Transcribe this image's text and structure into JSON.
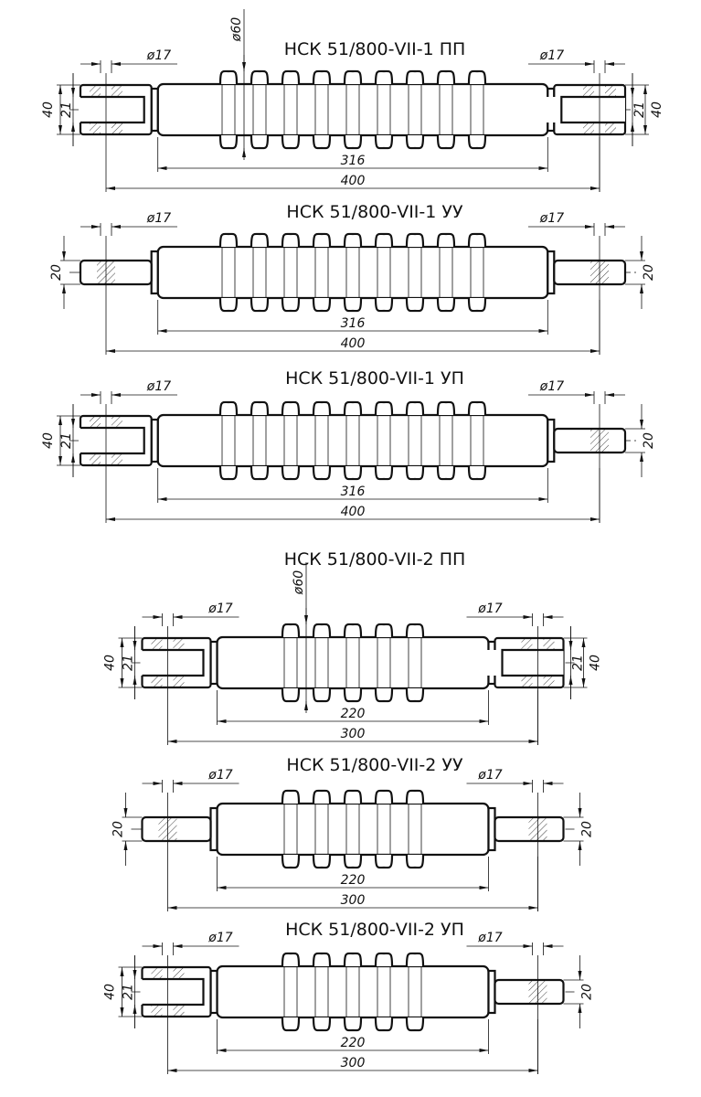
{
  "drawings": [
    {
      "title": "НСК 51/800-VII-1 ПП",
      "left_end": "fork",
      "right_end": "fork",
      "sheds": 9,
      "body_length": "316",
      "total_length": "400",
      "hole_dia_left": "ø17",
      "hole_dia_right": "ø17",
      "shed_dia": "ø60",
      "left_outer": "40",
      "left_slot": "21",
      "right_outer": "40",
      "right_slot": "21"
    },
    {
      "title": "НСК 51/800-VII-1 УУ",
      "left_end": "eye",
      "right_end": "eye",
      "sheds": 9,
      "body_length": "316",
      "total_length": "400",
      "hole_dia_left": "ø17",
      "hole_dia_right": "ø17",
      "left_outer": "20",
      "right_outer": "20"
    },
    {
      "title": "НСК 51/800-VII-1 УП",
      "left_end": "fork",
      "right_end": "eye",
      "sheds": 9,
      "body_length": "316",
      "total_length": "400",
      "hole_dia_left": "ø17",
      "hole_dia_right": "ø17",
      "left_outer": "40",
      "left_slot": "21",
      "right_outer": "20"
    },
    {
      "title": "НСК 51/800-VII-2 ПП",
      "left_end": "fork",
      "right_end": "fork",
      "sheds": 5,
      "body_length": "220",
      "total_length": "300",
      "hole_dia_left": "ø17",
      "hole_dia_right": "ø17",
      "shed_dia": "ø60",
      "left_outer": "40",
      "left_slot": "21",
      "right_outer": "40",
      "right_slot": "21"
    },
    {
      "title": "НСК 51/800-VII-2 УУ",
      "left_end": "eye",
      "right_end": "eye",
      "sheds": 5,
      "body_length": "220",
      "total_length": "300",
      "hole_dia_left": "ø17",
      "hole_dia_right": "ø17",
      "left_outer": "20",
      "right_outer": "20"
    },
    {
      "title": "НСК 51/800-VII-2 УП",
      "left_end": "fork",
      "right_end": "eye",
      "sheds": 5,
      "body_length": "220",
      "total_length": "300",
      "hole_dia_left": "ø17",
      "hole_dia_right": "ø17",
      "left_outer": "40",
      "left_slot": "21",
      "right_outer": "20"
    }
  ]
}
